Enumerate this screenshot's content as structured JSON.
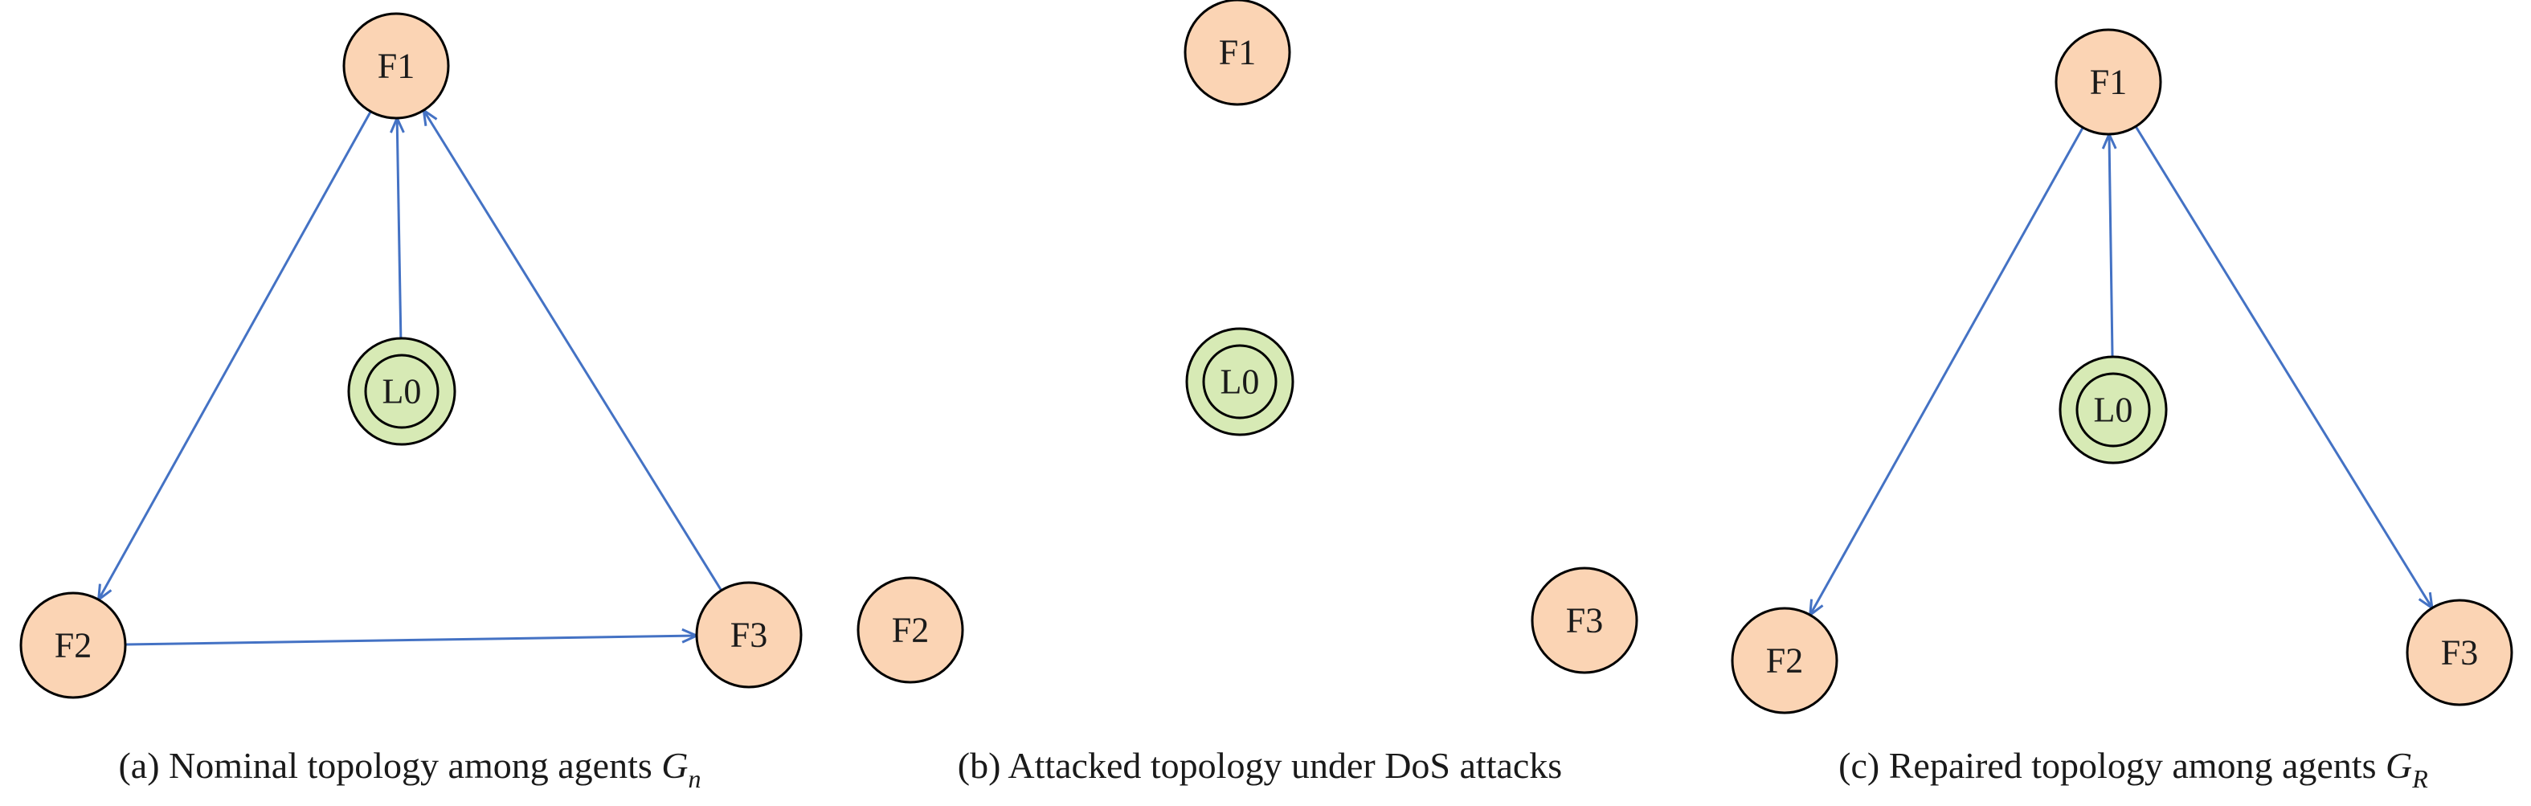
{
  "panels": [
    {
      "id": "a",
      "caption_text": "(a) Nominal topology among agents ",
      "caption_symbol": "G",
      "caption_subscript": "n",
      "nodes": {
        "F1": "F1",
        "F2": "F2",
        "F3": "F3",
        "L0": "L0"
      },
      "edges": [
        {
          "from": "L0",
          "to": "F1"
        },
        {
          "from": "F1",
          "to": "F2"
        },
        {
          "from": "F2",
          "to": "F3"
        },
        {
          "from": "F3",
          "to": "F1"
        }
      ]
    },
    {
      "id": "b",
      "caption_text": "(b) Attacked topology under DoS attacks",
      "caption_symbol": "",
      "caption_subscript": "",
      "nodes": {
        "F1": "F1",
        "F2": "F2",
        "F3": "F3",
        "L0": "L0"
      },
      "edges": []
    },
    {
      "id": "c",
      "caption_text": "(c) Repaired topology among agents ",
      "caption_symbol": "G",
      "caption_subscript": "R",
      "nodes": {
        "F1": "F1",
        "F2": "F2",
        "F3": "F3",
        "L0": "L0"
      },
      "edges": [
        {
          "from": "L0",
          "to": "F1"
        },
        {
          "from": "F1",
          "to": "F2"
        },
        {
          "from": "F1",
          "to": "F3"
        }
      ]
    }
  ],
  "colors": {
    "follower_fill": "#fbd4b4",
    "leader_fill": "#d7eab5",
    "edge": "#4472c4"
  }
}
